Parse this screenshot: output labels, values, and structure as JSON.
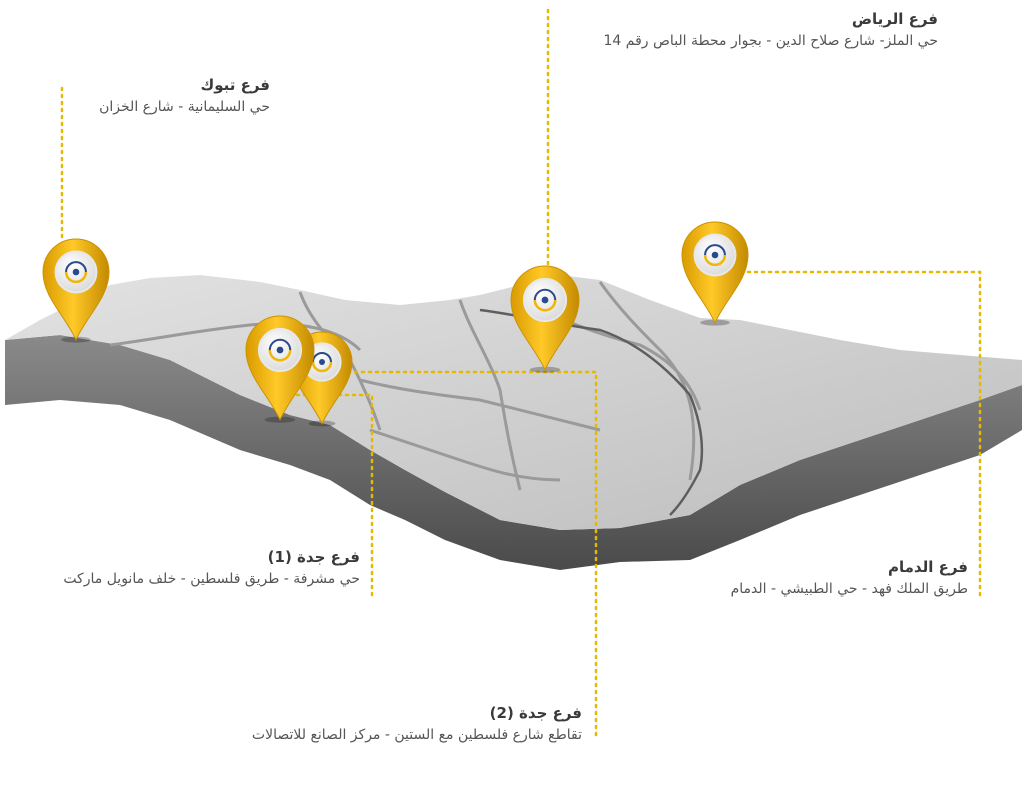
{
  "branches": {
    "riyadh": {
      "title": "فرع الرياض",
      "address": "حي الملز- شارع صلاح الدين - بجوار محطة الباص رقم 14"
    },
    "tabuk": {
      "title": "فرع تبوك",
      "address": "حي السليمانية - شارع الخزان"
    },
    "jeddah1": {
      "title": "فرع جدة (1)",
      "address": "حي مشرفة - طريق فلسطين - خلف مانويل ماركت"
    },
    "dammam": {
      "title": "فرع الدمام",
      "address": "طريق الملك فهد - حي الطبيشي - الدمام"
    },
    "jeddah2": {
      "title": "فرع جدة (2)",
      "address": "تقاطع شارع فلسطين مع الستين - مركز الصانع للاتصالات"
    }
  },
  "colors": {
    "pin_gold": "#f2b705",
    "pin_gold_dark": "#c99200",
    "leader_line": "#e6b800",
    "map_top": "#d4d4d4",
    "map_side": "#6f6f6f"
  },
  "icons": {
    "pin": "map-pin-icon",
    "logo": "company-logo-icon"
  }
}
